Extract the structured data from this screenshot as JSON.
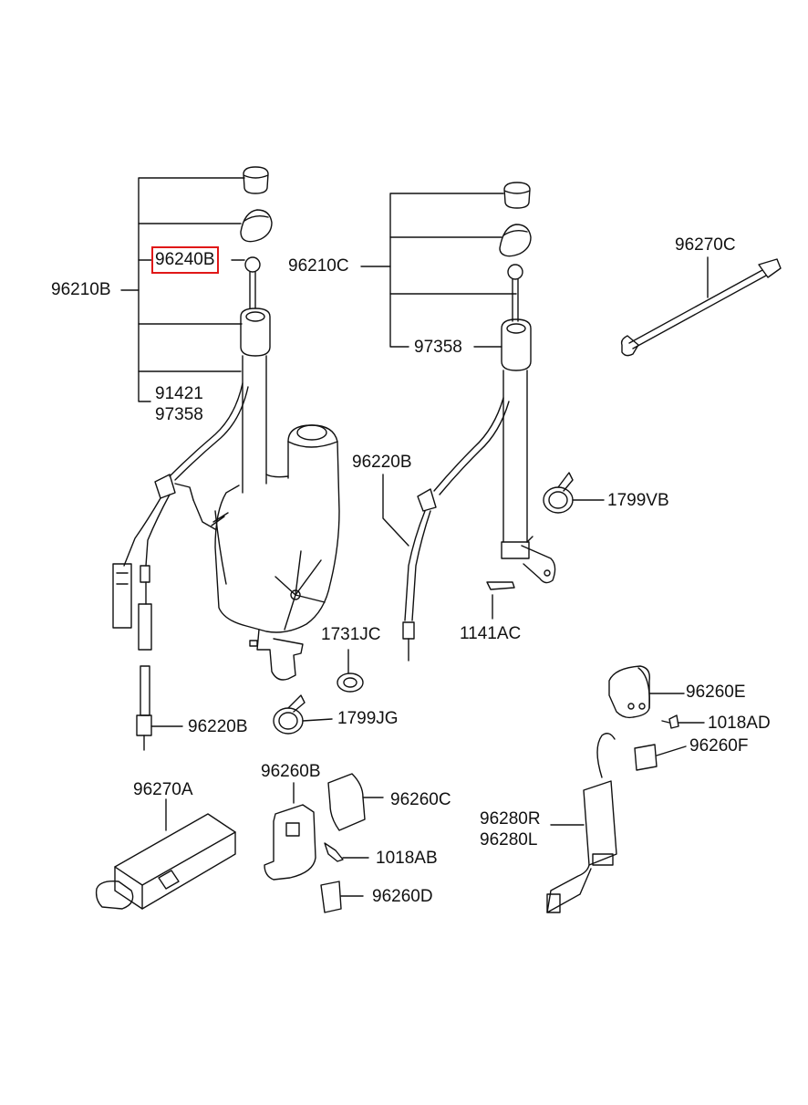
{
  "labels": {
    "p96240B": "96240B",
    "p96210B": "96210B",
    "p91421": "91421",
    "p97358_left": "97358",
    "p96210C": "96210C",
    "p97358_right": "97358",
    "p96270C": "96270C",
    "p96220B_mid": "96220B",
    "p1799VB": "1799VB",
    "p1141AC": "1141AC",
    "p1731JC": "1731JC",
    "p1799JG": "1799JG",
    "p96220B_low": "96220B",
    "p96260E": "96260E",
    "p1018AD": "1018AD",
    "p96260F": "96260F",
    "p96270A": "96270A",
    "p96260B": "96260B",
    "p96260C": "96260C",
    "p1018AB": "1018AB",
    "p96260D": "96260D",
    "p96280R": "96280R",
    "p96280L": "96280L"
  },
  "highlight_color": "#e01818",
  "line_color": "#111111"
}
